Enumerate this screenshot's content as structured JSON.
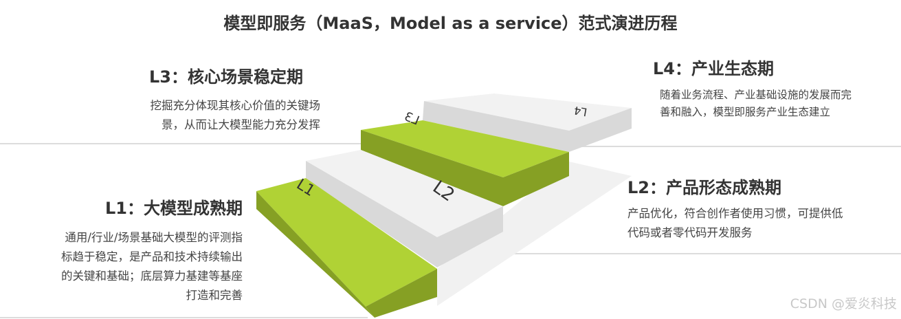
{
  "title": "模型即服务（MaaS，Model as a service）范式演进历程",
  "stages": [
    {
      "step_label": "L1",
      "heading": "L1：大模型成熟期",
      "lines": [
        "通用/行业/场景基础大模型的评测指",
        "标趋于稳定，是产品和技术持续输出",
        "的关键和基础；底层算力基建等基座",
        "打造和完善"
      ]
    },
    {
      "step_label": "L2",
      "heading": "L2：产品形态成熟期",
      "lines": [
        "产品优化，符合创作者使用习惯，可提供低",
        "代码或者零代码开发服务"
      ]
    },
    {
      "step_label": "L3",
      "heading": "L3：核心场景稳定期",
      "lines": [
        "挖掘充分体现其核心价值的关键场",
        "景，从而让大模型能力充分发挥"
      ]
    },
    {
      "step_label": "L4",
      "heading": "L4：产业生态期",
      "lines": [
        "随着业务流程、产业基础设施的发展而完",
        "善和融入，模型即服务产业生态建立"
      ]
    }
  ],
  "watermark": "CSDN @爱炎科技",
  "colors": {
    "green_top": "#b0d235",
    "green_side": "#86a024",
    "gray_top": "#f1f1f1",
    "gray_side": "#d8d8d8"
  }
}
